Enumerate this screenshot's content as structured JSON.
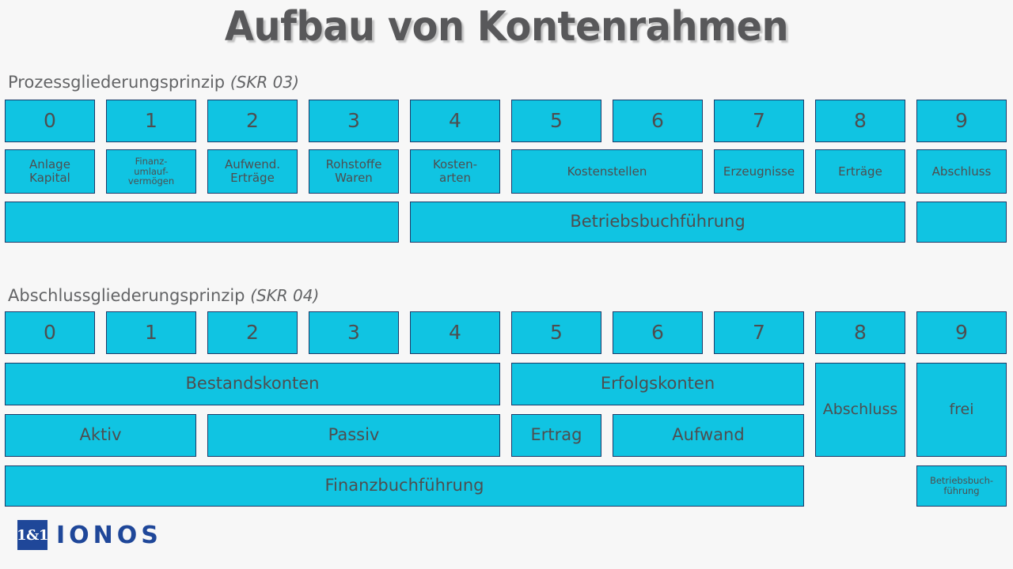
{
  "title": "Aufbau von Kontenrahmen",
  "theme": {
    "background": "#f7f7f7",
    "box_fill": "#10c4e2",
    "box_border": "#1b3a68",
    "text": "#4d4e50",
    "heading_text": "#636466",
    "title_text": "#58585a",
    "brand_blue": "#1f4799"
  },
  "sections": [
    {
      "id": "prozessgliederung",
      "heading_main": "Prozessgliederungsprinzip ",
      "heading_sub": "(SKR 03)",
      "row_digits": [
        "0",
        "1",
        "2",
        "3",
        "4",
        "5",
        "6",
        "7",
        "8",
        "9"
      ],
      "row_labels": [
        {
          "text": "Anlage\nKapital",
          "cols": "0"
        },
        {
          "text": "Finanz-\numlauf-\nvermögen",
          "cols": "1"
        },
        {
          "text": "Aufwend.\nErträge",
          "cols": "2"
        },
        {
          "text": "Rohstoffe\nWaren",
          "cols": "3"
        },
        {
          "text": "Kosten-\narten",
          "cols": "4"
        },
        {
          "text": "Kostenstellen",
          "cols": "5-6"
        },
        {
          "text": "Erzeugnisse",
          "cols": "7"
        },
        {
          "text": "Erträge",
          "cols": "8"
        },
        {
          "text": "Abschluss",
          "cols": "9"
        }
      ],
      "row_groups": [
        {
          "text": "",
          "cols": "0-3"
        },
        {
          "text": "Betriebsbuchführung",
          "cols": "4-8"
        },
        {
          "text": "",
          "cols": "9"
        }
      ]
    },
    {
      "id": "abschlussgliederung",
      "heading_main": "Abschlussgliederungsprinzip ",
      "heading_sub": "(SKR 04)",
      "row_digits": [
        "0",
        "1",
        "2",
        "3",
        "4",
        "5",
        "6",
        "7",
        "8",
        "9"
      ],
      "row_groups": [
        {
          "text": "Bestandskonten",
          "cols": "0-3"
        },
        {
          "text": "Erfolgskonten",
          "cols": "5-7"
        },
        {
          "text": "Abschluss",
          "cols": "8"
        },
        {
          "text": "frei",
          "cols": "9"
        }
      ],
      "row_subgroups": [
        {
          "text": "Aktiv",
          "cols": "0-1"
        },
        {
          "text": "Passiv",
          "cols": "2-3"
        },
        {
          "text": "Ertrag",
          "cols": "5"
        },
        {
          "text": "Aufwand",
          "cols": "6-7"
        }
      ],
      "row_footer": [
        {
          "text": "Finanzbuchführung",
          "cols": "0-8"
        },
        {
          "text": "Betriebsbuch-\nführung",
          "cols": "9"
        }
      ]
    }
  ],
  "logo": {
    "mark": "1&1",
    "word": "IONOS"
  }
}
